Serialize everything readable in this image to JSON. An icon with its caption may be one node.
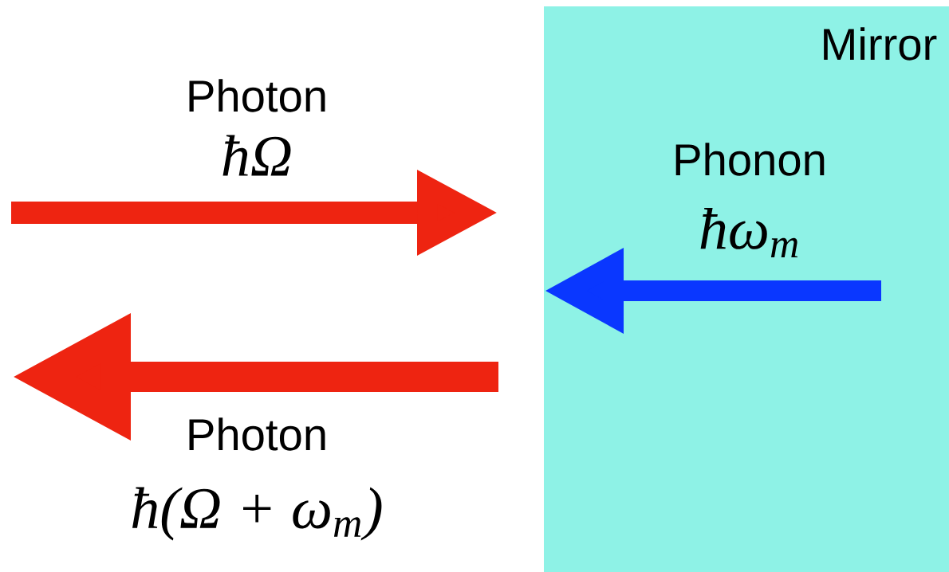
{
  "diagram": {
    "nodes": [
      {
        "text": [
          "Mirror"
        ]
      }
    ],
    "labels": [
      "Photon",
      "ħΩ",
      "Phonon",
      "ħω$_{m}$",
      "Photon",
      "ħ(Ω + ω$_{m}$)"
    ]
  }
}
